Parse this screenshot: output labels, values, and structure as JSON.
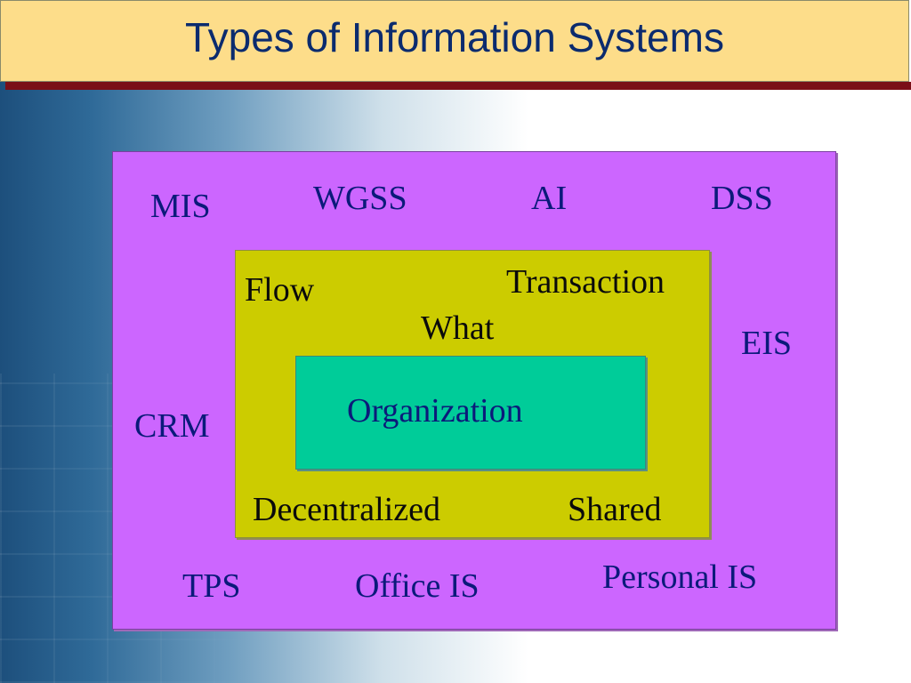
{
  "slide": {
    "title": "Types of Information Systems"
  },
  "outer_ring": {
    "items": [
      "MIS",
      "WGSS",
      "AI",
      "DSS",
      "EIS",
      "CRM",
      "TPS",
      "Office IS",
      "Personal IS"
    ]
  },
  "middle_ring": {
    "items": [
      "Flow",
      "Transaction",
      "What",
      "Decentralized",
      "Shared"
    ]
  },
  "core": {
    "label": "Organization"
  },
  "colors": {
    "title_bar": "#fddd8a",
    "title_text": "#0b2b6e",
    "outer_ring": "#cc66ff",
    "middle_ring": "#cccc00",
    "core": "#00cc99",
    "label_text": "#0b1a7a"
  }
}
